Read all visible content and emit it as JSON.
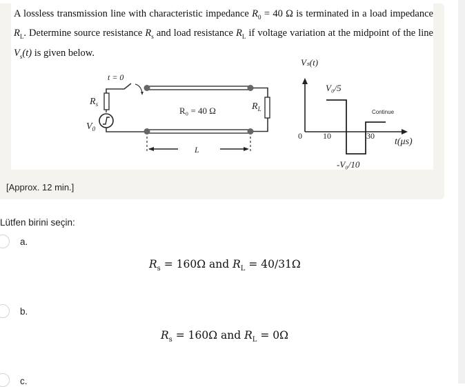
{
  "question": {
    "text_parts": {
      "p1": "A lossless transmission line with characteristic impedance ",
      "r0_label": "R",
      "r0_sub": "0",
      "r0_value": " = 40 Ω",
      "p2": " is terminated in a load impedance ",
      "rl_label": "R",
      "rl_sub": "L",
      "p3": ". Determine source resistance ",
      "rs_label": "R",
      "rs_sub": "s",
      "p4": " and load resistance ",
      "p5": " if voltage variation at the midpoint of the line ",
      "vs_label": "V",
      "vs_sub": "s",
      "vs_arg": "(t)",
      "p6": " is given below."
    },
    "circuit": {
      "switch_label": "t = 0",
      "rs_label": "R",
      "rs_sub": "s",
      "v0_label": "V",
      "v0_sub": "0",
      "line_label": "R₀ = 40 Ω",
      "rl_label": "R",
      "rl_sub": "L",
      "length_label": "L"
    },
    "waveform": {
      "y_label": "Vₛ(t)",
      "x_label": "t(μs)",
      "origin_label": "0",
      "tick_10": "10",
      "tick_30": "30",
      "high_label": "V₀/5",
      "low_label": "-V₀/10",
      "continue_label": "Continue"
    },
    "time_estimate": "[Approx. 12 min.]"
  },
  "chart_data": {
    "type": "line",
    "title": "Vs(t)",
    "xlabel": "t (μs)",
    "ylabel": "Vs(t)",
    "x": [
      0,
      10,
      10,
      20,
      20,
      30,
      30,
      35
    ],
    "values_symbolic": [
      "0",
      "0",
      "V0/5",
      "V0/5",
      "-V0/10",
      "-V0/10",
      "small positive (continue)",
      "continue"
    ],
    "annotations": [
      "V0/5",
      "-V0/10",
      "Continue"
    ],
    "x_ticks": [
      "0",
      "10",
      "30"
    ]
  },
  "answer_prompt": "Lütfen birini seçin:",
  "options": [
    {
      "letter": "a.",
      "formula": {
        "rs": "R",
        "rs_sub": "s",
        "mid": " = 160Ω and ",
        "rl": "R",
        "rl_sub": "L",
        "end": " = 40/31Ω"
      }
    },
    {
      "letter": "b.",
      "formula": {
        "rs": "R",
        "rs_sub": "s",
        "mid": " = 160Ω and ",
        "rl": "R",
        "rl_sub": "L",
        "end": " = 0Ω"
      }
    },
    {
      "letter": "c."
    }
  ]
}
